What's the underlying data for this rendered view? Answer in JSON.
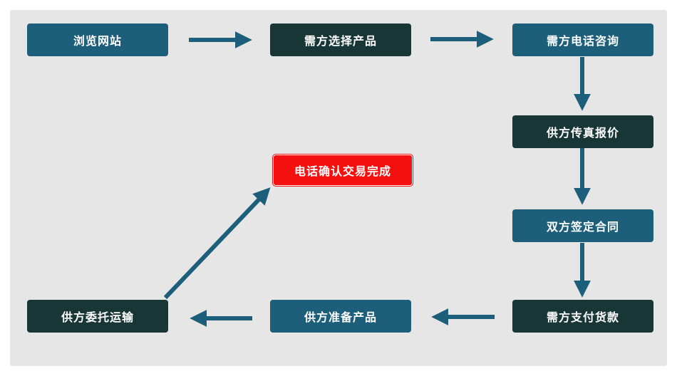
{
  "steps": {
    "browse": "浏览网站",
    "select": "需方选择产品",
    "inquire": "需方电话咨询",
    "quote": "供方传真报价",
    "contract": "双方签定合同",
    "pay": "需方支付货款",
    "prepare": "供方准备产品",
    "ship": "供方委托运输",
    "complete": "电话确认交易完成"
  },
  "colors": {
    "blue": "#1d5f7a",
    "dark": "#183636",
    "red": "#f51010",
    "arrow": "#1d5f7a",
    "background": "#e6e6e6"
  }
}
